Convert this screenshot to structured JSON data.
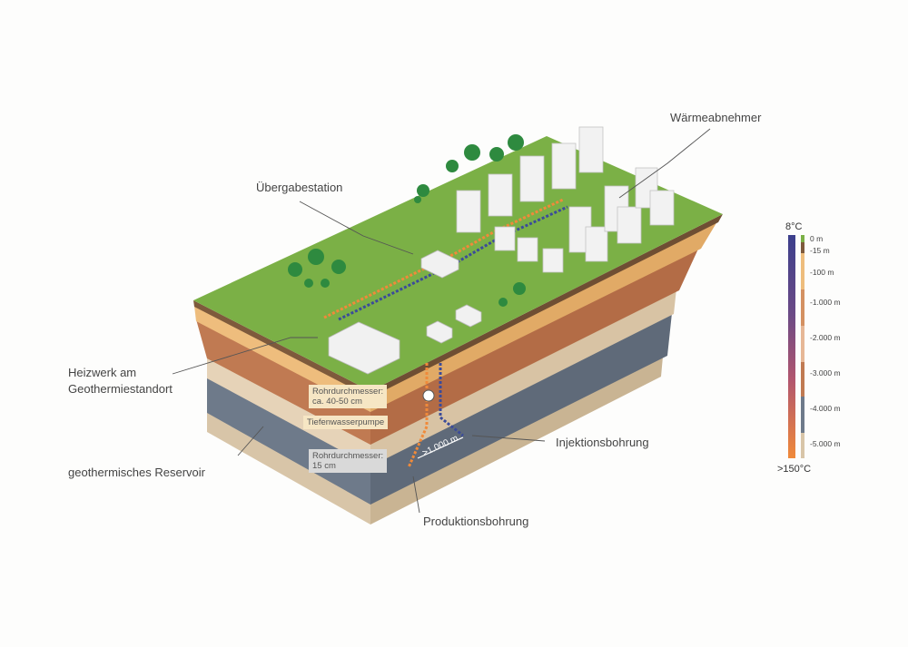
{
  "labels": {
    "uebergabestation": "Übergabestation",
    "waermeabnehmer": "Wärmeabnehmer",
    "heizwerk_line1": "Heizwerk am",
    "heizwerk_line2": "Geothermiestandort",
    "reservoir": "geothermisches Reservoir",
    "injektionsbohrung": "Injektionsbohrung",
    "produktionsbohrung": "Produktionsbohrung"
  },
  "boxes": {
    "rohr_top_line1": "Rohrdurchmesser:",
    "rohr_top_line2": "ca. 40-50 cm",
    "pumpe": "Tiefenwasserpumpe",
    "rohr_bottom_line1": "Rohrdurchmesser:",
    "rohr_bottom_line2": "15 cm"
  },
  "distance": ">1.000 m",
  "scale": {
    "top_temp": "8°C",
    "bottom_temp": ">150°C",
    "depths": [
      "0 m",
      "-15 m",
      "-100 m",
      "-1.000 m",
      "-2.000 m",
      "-3.000 m",
      "-4.000 m",
      "-5.000 m"
    ],
    "colors": [
      "#7bb046",
      "#7e5a3c",
      "#eebd7d",
      "#d49162",
      "#e6b796",
      "#c07a52",
      "#6e7a8a",
      "#d8c5a8"
    ]
  }
}
